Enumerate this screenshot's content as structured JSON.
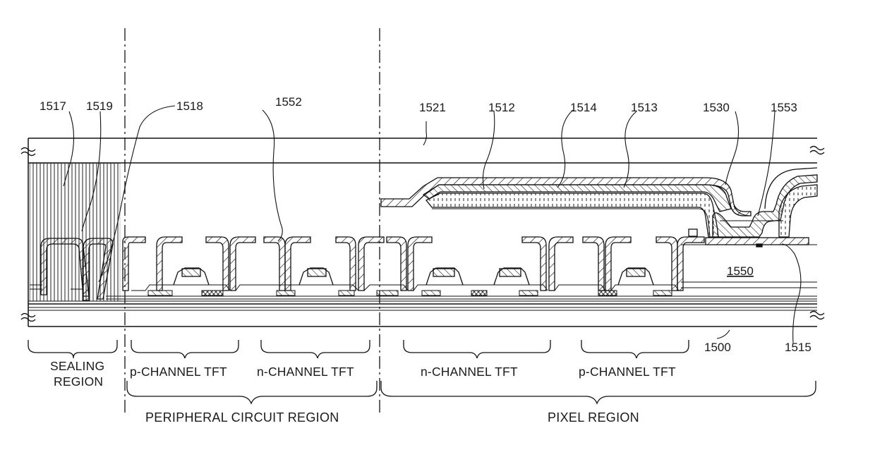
{
  "figure": {
    "reference_numerals": {
      "r1517": "1517",
      "r1519": "1519",
      "r1518": "1518",
      "r1552": "1552",
      "r1521": "1521",
      "r1512": "1512",
      "r1514": "1514",
      "r1513": "1513",
      "r1530": "1530",
      "r1553": "1553",
      "r1550": "1550",
      "r1500": "1500",
      "r1515": "1515"
    },
    "region_labels": {
      "sealing_line1": "SEALING",
      "sealing_line2": "REGION",
      "p_channel_tft_left": "p-CHANNEL TFT",
      "n_channel_tft_left": "n-CHANNEL TFT",
      "n_channel_tft_right": "n-CHANNEL TFT",
      "p_channel_tft_right": "p-CHANNEL TFT",
      "peripheral_circuit_region": "PERIPHERAL CIRCUIT REGION",
      "pixel_region": "PIXEL REGION"
    }
  }
}
